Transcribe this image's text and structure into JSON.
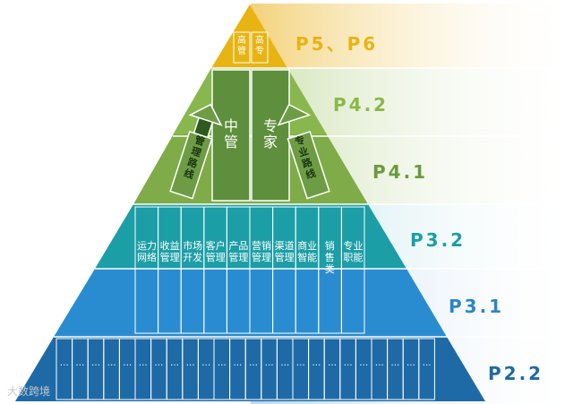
{
  "levels": [
    {
      "id": "p56",
      "label": "P5、P6",
      "color": "#e8b414",
      "band_color": "#f6e2a0"
    },
    {
      "id": "p42",
      "label": "P4.2",
      "color": "#8ab84a",
      "band_color": "#dfeccb"
    },
    {
      "id": "p41",
      "label": "P4.1",
      "color": "#6a9a3e",
      "band_color": "#dfeccb"
    },
    {
      "id": "p32",
      "label": "P3.2",
      "color": "#1c9ea6",
      "band_color": "#cfe9ee"
    },
    {
      "id": "p31",
      "label": "P3.1",
      "color": "#2a86c6",
      "band_color": "#d5e6f5"
    },
    {
      "id": "p22",
      "label": "P2.2",
      "color": "#1e6aa6",
      "band_color": "#cfdfef"
    }
  ],
  "top_cells": [
    "高管",
    "高专"
  ],
  "middle": {
    "left_char_1": "中",
    "left_char_2": "管",
    "right_char_1": "专",
    "right_char_2": "家",
    "left_arrow_text": "管理路线",
    "right_arrow_text": "专业路线"
  },
  "columns": [
    "运力网络",
    "收益管理",
    "市场开发",
    "客户管理",
    "产品管理",
    "营销管理",
    "渠道管理",
    "商业智能",
    "销售类",
    "专业职能"
  ],
  "bottom_cell_text": "…",
  "bottom_cell_count": 24,
  "watermark": "大数跨境"
}
